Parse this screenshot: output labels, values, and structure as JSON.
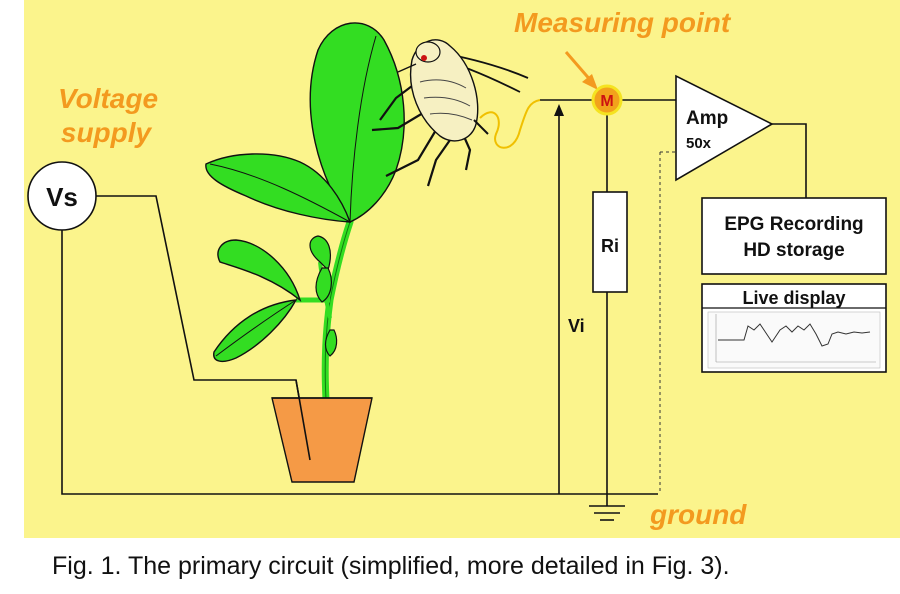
{
  "labels": {
    "measuring_point": "Measuring point",
    "voltage_supply_line1": "Voltage",
    "voltage_supply_line2": "supply",
    "vs": "Vs",
    "meter": "M",
    "amp": "Amp",
    "amp_gain": "50x",
    "recording_line1": "EPG Recording",
    "recording_line2": "HD storage",
    "live_display": "Live display",
    "ri": "Ri",
    "vi": "Vi",
    "ground": "ground",
    "caption": "Fig. 1. The primary circuit (simplified, more detailed in Fig. 3)."
  },
  "colors": {
    "background": "#fbf48c",
    "orange_text": "#f39a1f",
    "leaf": "#33dd22",
    "pot": "#f59a46",
    "insect_body": "#f6f0c2",
    "meter_fill": "#f2a21c",
    "meter_ring": "#f5e320",
    "meter_text": "#cc1111",
    "wire": "#111111",
    "stylet_wire": "#f0c000"
  },
  "icons": [
    "plant-icon",
    "aphid-icon",
    "ground-symbol-icon",
    "waveform-icon"
  ]
}
